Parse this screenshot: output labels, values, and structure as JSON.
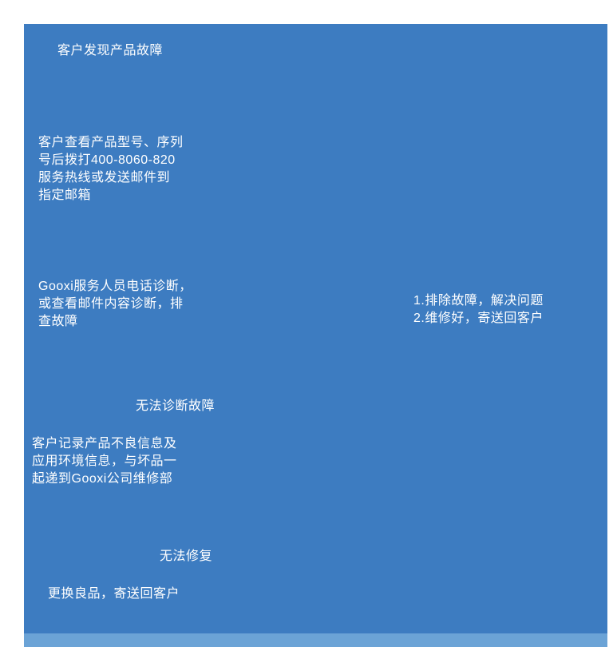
{
  "colors": {
    "page_bg": "#ffffff",
    "panel_blue": "#3d7cc1",
    "footer_blue": "#6ba3d6",
    "text_color": "#ffffff"
  },
  "diagram": {
    "type": "flowchart-section",
    "nodes": [
      {
        "id": "discover-fault",
        "text": "客户发现产品故障"
      },
      {
        "id": "contact-service",
        "text": "客户查看产品型号、序列\n号后拨打400-8060-820\n服务热线或发送邮件到\n指定邮箱"
      },
      {
        "id": "phone-diagnose",
        "text": "Gooxi服务人员电话诊断，\n或查看邮件内容诊断，排\n查故障"
      },
      {
        "id": "resolved-return",
        "text": "1.排除故障，解决问题\n2.维修好，寄送回客户"
      },
      {
        "id": "cannot-diagnose",
        "text": "无法诊断故障"
      },
      {
        "id": "record-and-send",
        "text": "客户记录产品不良信息及\n应用环境信息，与坏品一\n起递到Gooxi公司维修部"
      },
      {
        "id": "cannot-repair",
        "text": "无法修复"
      },
      {
        "id": "replace-return",
        "text": "更换良品，寄送回客户"
      }
    ],
    "hotline": "400-8060-820",
    "brand": "Gooxi"
  }
}
